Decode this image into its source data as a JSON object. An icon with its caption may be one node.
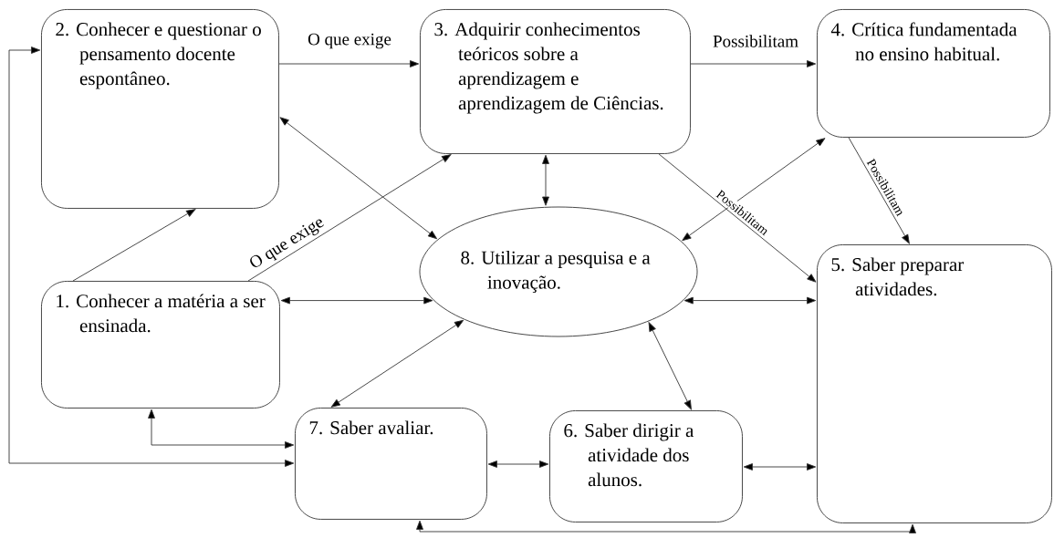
{
  "diagram": {
    "nodes": [
      {
        "text": [
          "2. Conhecer e questionar o pensamento docente espontâneo."
        ]
      },
      {
        "text": [
          "3. Adquirir conhecimentos teóricos sobre a aprendizagem e aprendizagem de Ciências."
        ]
      },
      {
        "text": [
          "4. Crítica fundamentada no ensino habitual."
        ]
      },
      {
        "text": [
          "8. Utilizar a pesquisa e a inovação."
        ]
      },
      {
        "text": [
          "1. Conhecer a matéria a ser ensinada."
        ]
      },
      {
        "text": [
          "5. Saber preparar atividades."
        ]
      },
      {
        "text": [
          "7. Saber avaliar."
        ]
      },
      {
        "text": [
          "6. Saber dirigir a atividade dos alunos."
        ]
      }
    ],
    "edges": [
      {
        "from": 0,
        "to": 1,
        "arrow": "to",
        "label": "O que exige"
      },
      {
        "from": 1,
        "to": 2,
        "arrow": "to",
        "label": "Possibilitam"
      },
      {
        "from": 2,
        "to": 5,
        "arrow": "to",
        "label": "Possibilitam"
      },
      {
        "from": 1,
        "to": 5,
        "arrow": "to",
        "label": "Possibilitam"
      },
      {
        "from": 4,
        "to": 0,
        "arrow": "to"
      },
      {
        "from": 4,
        "to": 1,
        "arrow": "to",
        "label": "O que exige"
      },
      {
        "from": 0,
        "to": 3,
        "arrow": "both"
      },
      {
        "from": 1,
        "to": 3,
        "arrow": "both"
      },
      {
        "from": 2,
        "to": 3,
        "arrow": "both"
      },
      {
        "from": 4,
        "to": 3,
        "arrow": "both"
      },
      {
        "from": 3,
        "to": 5,
        "arrow": "both"
      },
      {
        "from": 3,
        "to": 6,
        "arrow": "both"
      },
      {
        "from": 3,
        "to": 7,
        "arrow": "both"
      },
      {
        "from": 6,
        "to": 7,
        "arrow": "both"
      },
      {
        "from": 7,
        "to": 5,
        "arrow": "both"
      },
      {
        "from": 4,
        "to": 6,
        "arrow": "both"
      },
      {
        "from": 0,
        "to": 6,
        "arrow": "both"
      },
      {
        "from": 6,
        "to": 5,
        "arrow": "both"
      }
    ]
  }
}
